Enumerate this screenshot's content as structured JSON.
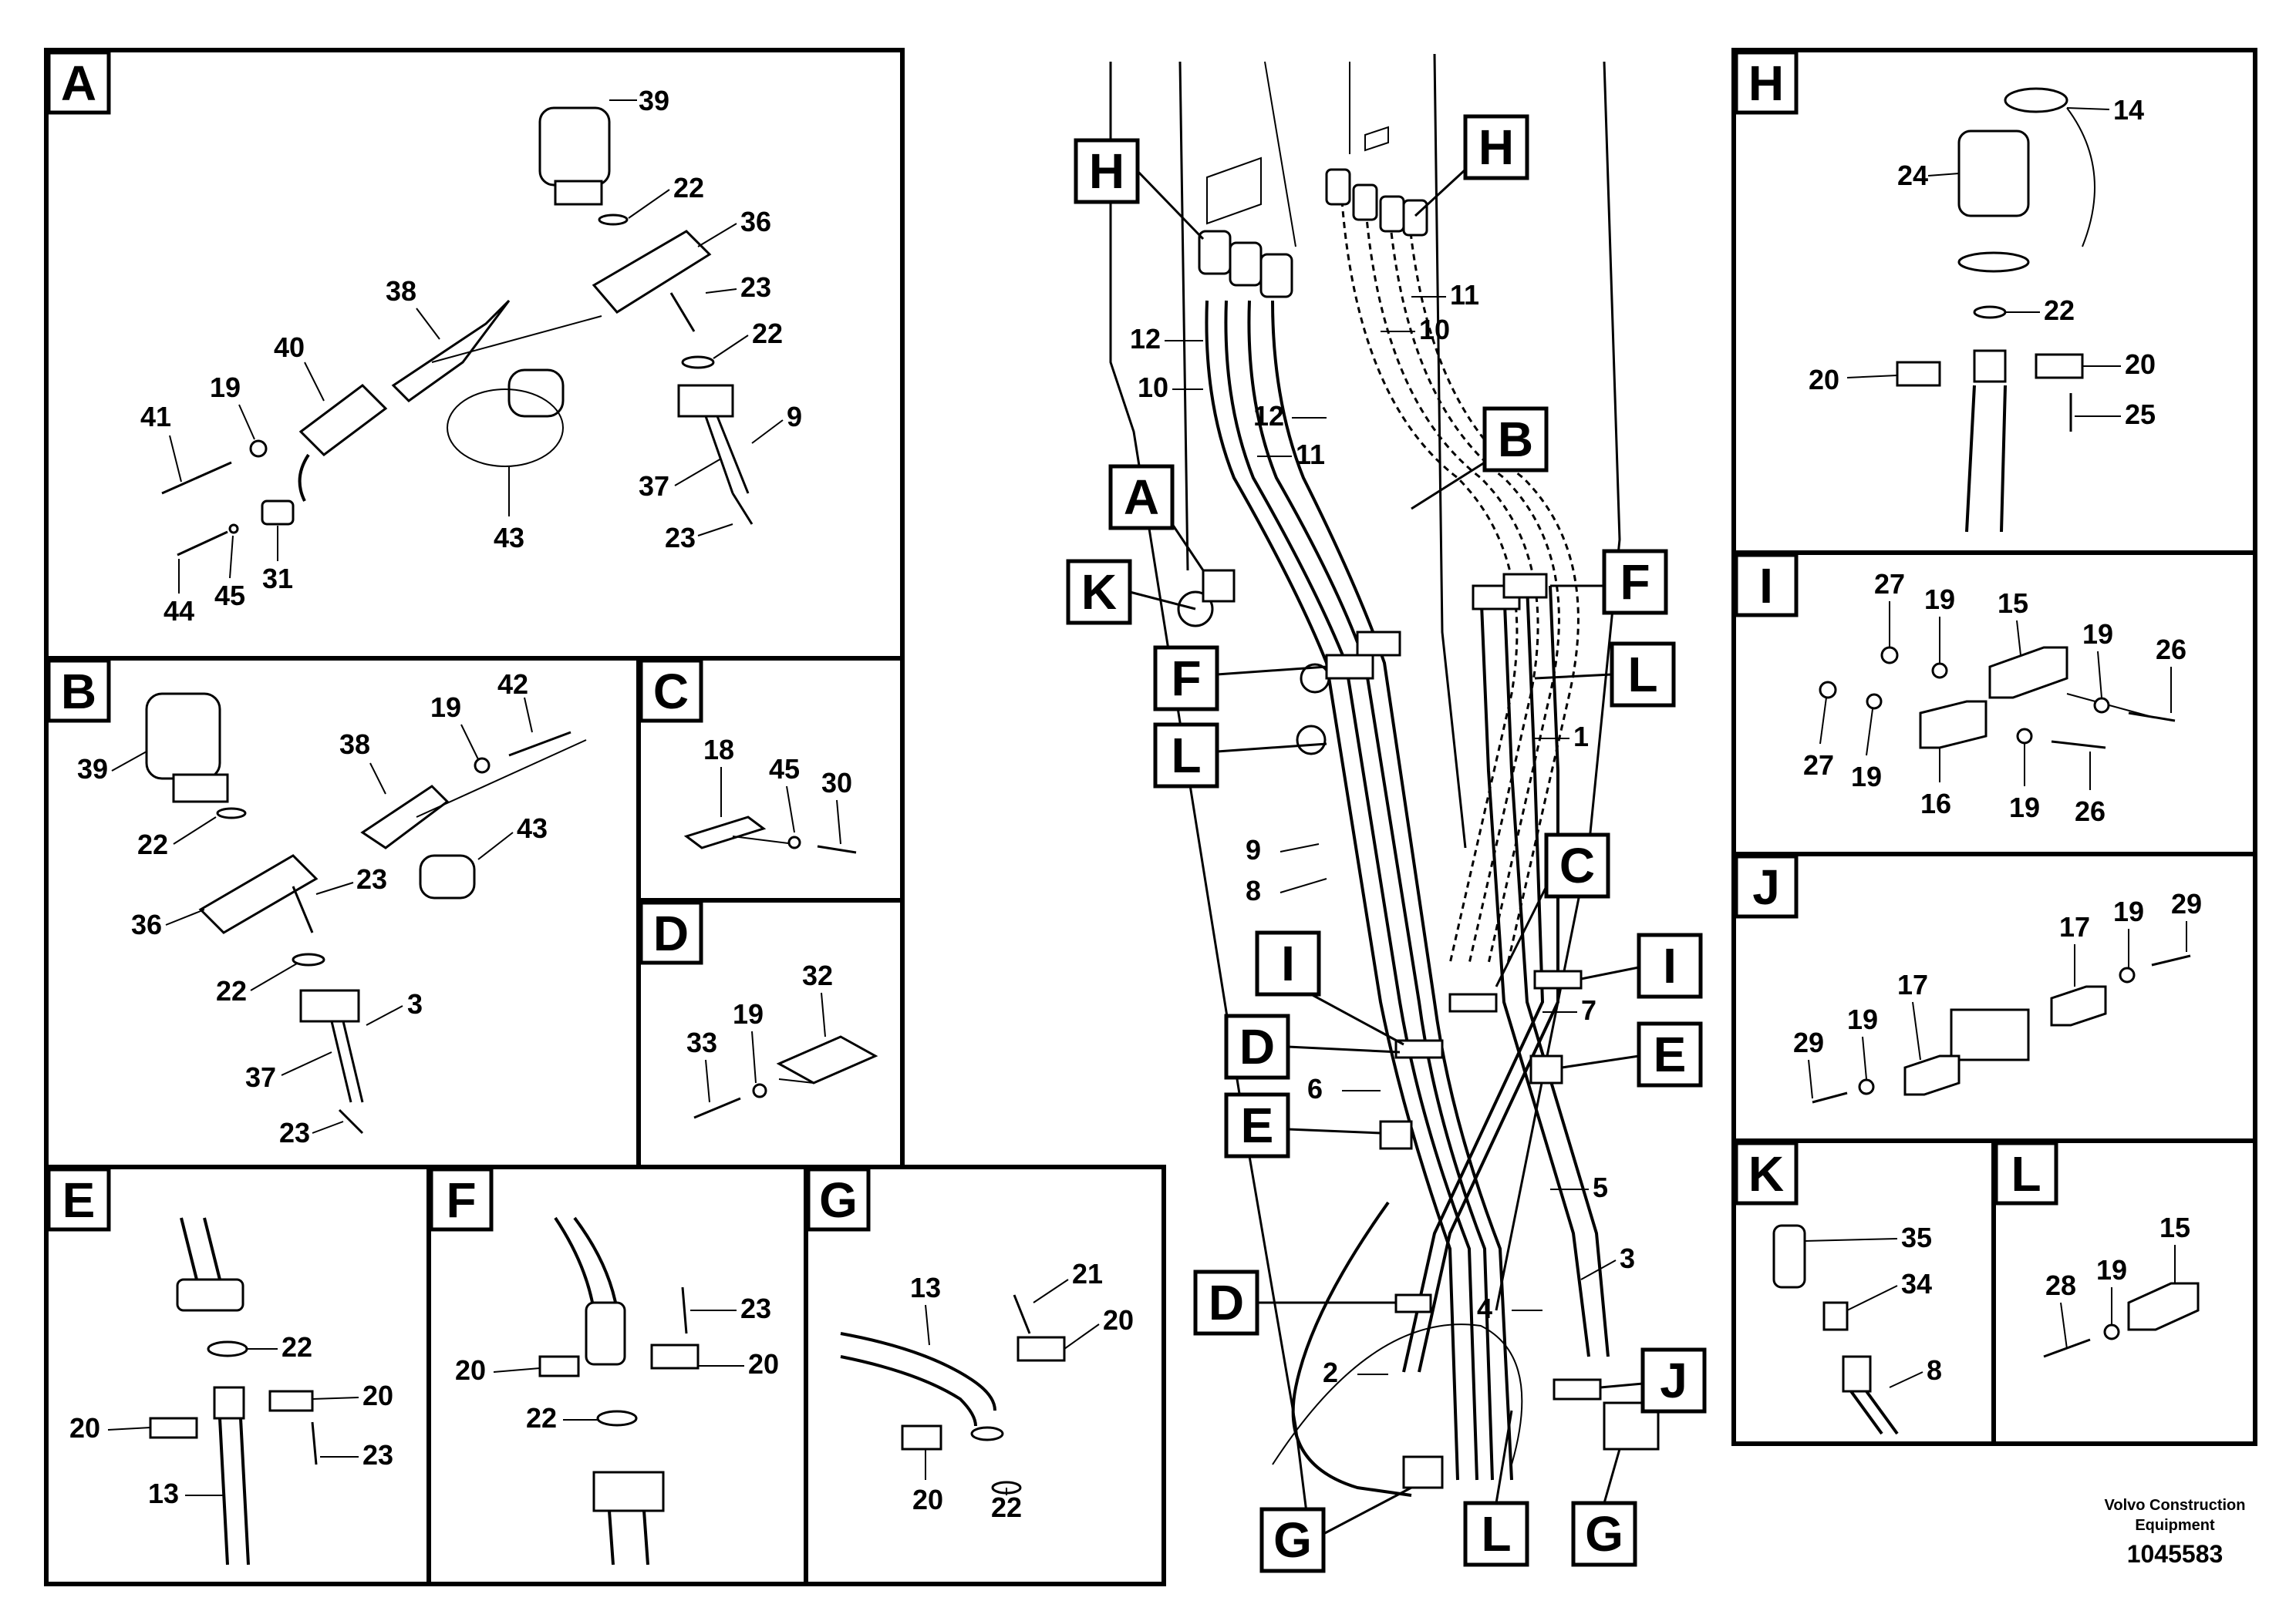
{
  "panels": {
    "A": {
      "letter": "A",
      "callouts": [
        "39",
        "22",
        "36",
        "23",
        "22",
        "38",
        "40",
        "19",
        "41",
        "9",
        "37",
        "23",
        "43",
        "44",
        "45",
        "31"
      ]
    },
    "B": {
      "letter": "B",
      "callouts": [
        "39",
        "19",
        "42",
        "38",
        "22",
        "43",
        "23",
        "36",
        "22",
        "3",
        "37",
        "23"
      ]
    },
    "C": {
      "letter": "C",
      "callouts": [
        "18",
        "45",
        "30"
      ]
    },
    "D": {
      "letter": "D",
      "callouts": [
        "32",
        "33",
        "19"
      ]
    },
    "E": {
      "letter": "E",
      "callouts": [
        "22",
        "20",
        "20",
        "23",
        "13"
      ]
    },
    "F": {
      "letter": "F",
      "callouts": [
        "23",
        "20",
        "20",
        "22"
      ]
    },
    "G": {
      "letter": "G",
      "callouts": [
        "13",
        "21",
        "20",
        "20",
        "22"
      ]
    },
    "H": {
      "letter": "H",
      "callouts": [
        "14",
        "24",
        "22",
        "20",
        "20",
        "25"
      ]
    },
    "I": {
      "letter": "I",
      "callouts": [
        "27",
        "19",
        "15",
        "19",
        "26",
        "27",
        "19",
        "16",
        "19",
        "26"
      ]
    },
    "J": {
      "letter": "J",
      "callouts": [
        "17",
        "19",
        "29",
        "17",
        "29",
        "19"
      ]
    },
    "K": {
      "letter": "K",
      "callouts": [
        "35",
        "34",
        "8"
      ]
    },
    "L": {
      "letter": "L",
      "callouts": [
        "15",
        "28",
        "19"
      ]
    }
  },
  "main": {
    "tags": [
      "H",
      "H",
      "A",
      "B",
      "K",
      "F",
      "F",
      "L",
      "L",
      "C",
      "I",
      "I",
      "D",
      "E",
      "E",
      "D",
      "J",
      "G",
      "L",
      "G"
    ],
    "callouts": [
      "12",
      "10",
      "12",
      "11",
      "11",
      "10",
      "1",
      "9",
      "8",
      "7",
      "6",
      "5",
      "3",
      "4",
      "2"
    ]
  },
  "footer": {
    "brand_line1": "Volvo Construction",
    "brand_line2": "Equipment",
    "drawing_number": "1045583"
  }
}
